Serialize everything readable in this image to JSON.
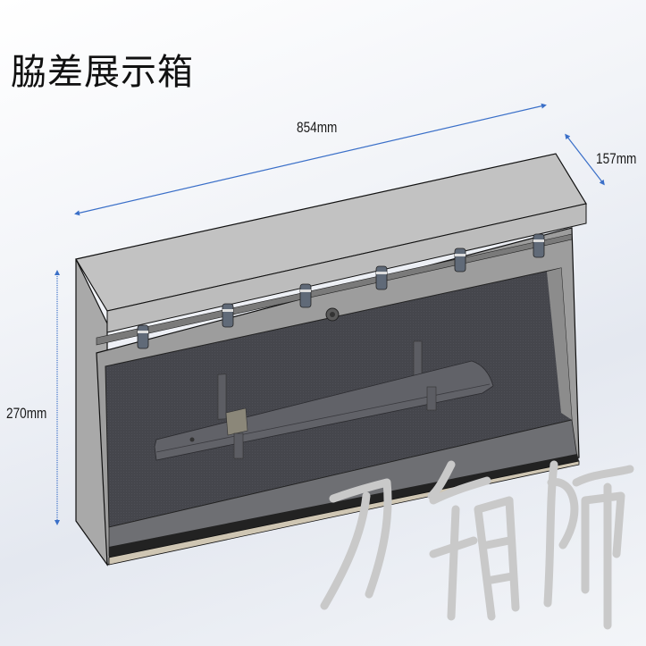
{
  "title": "脇差展示箱",
  "dimensions": {
    "width": "854mm",
    "depth": "157mm",
    "height": "270mm"
  },
  "watermark": "刀箱師",
  "colors": {
    "dimension_line": "#3a6fc8",
    "case_body": "#b9b9b9",
    "case_interior": "#45464c",
    "watermark": "#c9c9c9"
  },
  "product": {
    "case": "display-case",
    "item": "wakizashi-sword",
    "fittings_count": 6
  }
}
